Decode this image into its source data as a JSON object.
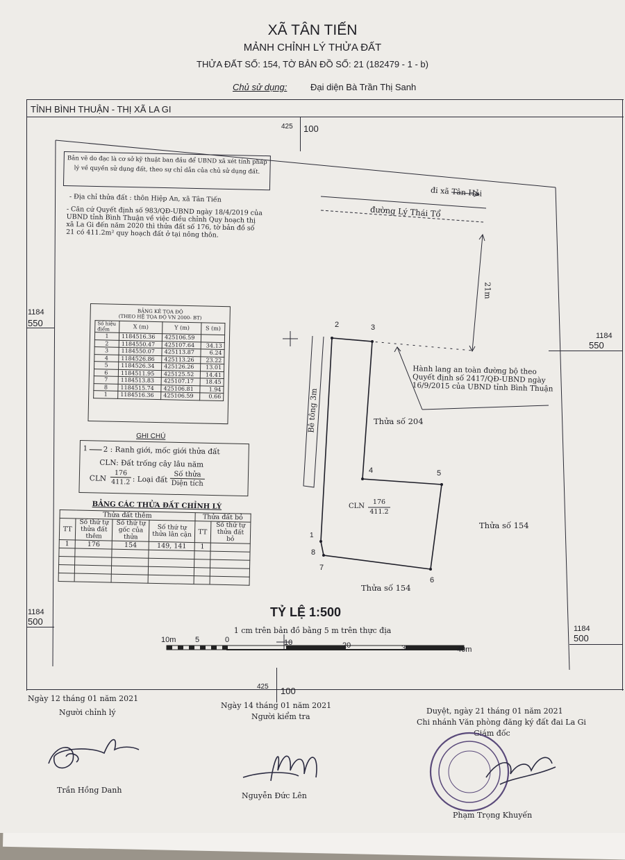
{
  "header": {
    "commune": "XÃ TÂN TIẾN",
    "title": "MẢNH CHỈNH LÝ THỬA ĐẤT",
    "parcel_line": "THỬA ĐẤT SỐ: 154, TỜ BẢN ĐỒ SỐ: 21 (182479 - 1 - b)",
    "owner_label": "Chủ sử dụng:",
    "owner_name": "Đại diện Bà Trần Thị Sanh",
    "province": "TỈNH BÌNH THUẬN - THỊ XÃ LA GI"
  },
  "grid": {
    "top_label_a": "425",
    "top_label_b": "100",
    "left_upper_a": "1184",
    "left_upper_b": "550",
    "right_upper_a": "1184",
    "right_upper_b": "550",
    "left_lower_a": "1184",
    "left_lower_b": "500",
    "right_lower_a": "1184",
    "right_lower_b": "500",
    "bottom_label_a": "425",
    "bottom_label_b": "100"
  },
  "notice": "Bản vẽ do đạc là cơ sở kỹ thuật ban đầu để UBND xã xét tính pháp lý về quyền sử dụng đất, theo sự chỉ dẫn của chủ sử dụng đất.",
  "address": "- Địa chỉ thửa đất : thôn Hiệp An, xã Tân Tiến",
  "planning": "- Căn cứ Quyết định số 983/QĐ-UBND ngày 18/4/2019 của UBND tỉnh Bình Thuận về việc điều chỉnh Quy hoạch thị xã La Gi đến năm 2020 thì thửa đất số 176, tờ bản đồ số 21 có 411.2m² quy hoạch đất ở tại nông thôn.",
  "coord_table": {
    "title": "BẢNG KÊ TỌA ĐỘ",
    "subtitle": "(THEO HỆ TỌA ĐỘ VN 2000- BT)",
    "headers": [
      "Số hiệu điểm",
      "X (m)",
      "Y (m)",
      "S (m)"
    ],
    "rows": [
      [
        "1",
        "1184516.36",
        "425106.59",
        ""
      ],
      [
        "2",
        "1184550.47",
        "425107.64",
        "34.13"
      ],
      [
        "3",
        "1184550.07",
        "425113.87",
        "6.24"
      ],
      [
        "4",
        "1184526.86",
        "425113.26",
        "23.22"
      ],
      [
        "5",
        "1184526.34",
        "425126.26",
        "13.01"
      ],
      [
        "6",
        "1184511.95",
        "425125.52",
        "14.41"
      ],
      [
        "7",
        "1184513.83",
        "425107.17",
        "18.45"
      ],
      [
        "8",
        "1184515.74",
        "425106.81",
        "1.94"
      ],
      [
        "1",
        "1184516.36",
        "425106.59",
        "0.66"
      ]
    ]
  },
  "legend": {
    "title": "GHI CHÚ",
    "line_a": "1",
    "line_b": "2 : Ranh giới, mốc giới thửa đất",
    "cln": "CLN: Đất trống cây lâu năm",
    "frac_prefix": "CLN",
    "frac_num": "176",
    "frac_den": "411.2",
    "frac_label": ": Loại đất",
    "frac_right_num": "Số thửa",
    "frac_right_den": "Diện tích"
  },
  "parcel_table": {
    "title": "BẢNG CÁC THỬA ĐẤT CHỈNH LÝ",
    "group_added": "Thửa đất thêm",
    "group_removed": "Thửa đất bỏ",
    "headers": [
      "TT",
      "Số thứ tự thửa đất thêm",
      "Số thứ tự gốc của thửa",
      "Số thứ tự thửa lân cận",
      "TT",
      "Số thứ tự thửa đất bỏ"
    ],
    "row": [
      "1",
      "176",
      "154",
      "149, 141",
      "1",
      ""
    ]
  },
  "map": {
    "road_direction": "đi xã Tân Hải",
    "road_name": "đường Lý Thái Tổ",
    "dim_21m": "21m",
    "concrete": "Bê tông 3m",
    "corridor": "Hành lang an toàn đường bộ theo Quyết định số 2417/QĐ-UBND ngày 16/9/2015 của UBND tỉnh Bình Thuận",
    "parcel_204": "Thửa số 204",
    "parcel_154_right": "Thửa số 154",
    "parcel_154_bottom": "Thửa số 154",
    "cln_num": "176",
    "cln_den": "411.2",
    "cln_prefix": "CLN",
    "pts": [
      "1",
      "2",
      "3",
      "4",
      "5",
      "6",
      "7",
      "8"
    ]
  },
  "scale": {
    "title": "TỶ LỆ 1:500",
    "note": "1 cm trên bản đồ bằng 5 m trên thực địa",
    "ticks": [
      "10m",
      "5",
      "0",
      "10",
      "20",
      "30",
      "40m"
    ]
  },
  "signatures": {
    "date1": "Ngày 12 tháng 01 năm 2021",
    "role1": "Người chỉnh lý",
    "name1": "Trần Hồng Danh",
    "date2": "Ngày 14 tháng 01 năm 2021",
    "role2": "Người kiểm tra",
    "name2": "Nguyễn Đức Lên",
    "date3": "Duyệt, ngày 21 tháng 01 năm 2021",
    "office": "Chi nhánh Văn phòng đăng ký đất đai La Gi",
    "role3": "Giám đốc",
    "name3": "Phạm Trọng Khuyến"
  }
}
